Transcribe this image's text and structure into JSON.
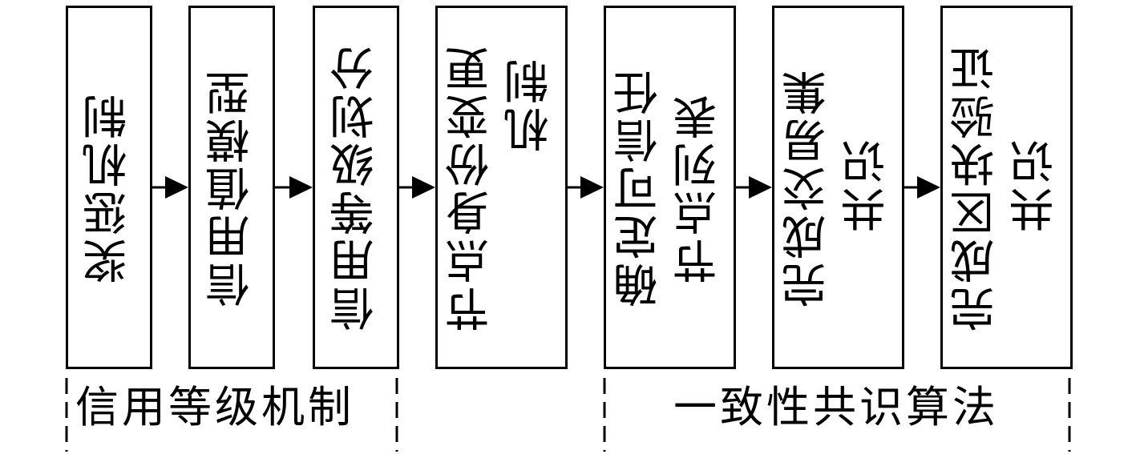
{
  "steps": [
    {
      "id": "reward",
      "lines": [
        "奖惩机制"
      ]
    },
    {
      "id": "credit-model",
      "lines": [
        "信用值模型"
      ]
    },
    {
      "id": "credit-level",
      "lines": [
        "信用等级划分"
      ]
    },
    {
      "id": "identity-change",
      "lines": [
        "节点身份变更",
        "机制"
      ]
    },
    {
      "id": "trusted-list",
      "lines": [
        "确定可信任",
        "节点列表"
      ]
    },
    {
      "id": "tx-consensus",
      "lines": [
        "完成交易集",
        "共识"
      ]
    },
    {
      "id": "block-consensus",
      "lines": [
        "完成区块验证",
        "共识"
      ]
    }
  ],
  "groups": {
    "credit": "信用等级机制",
    "consensus": "一致性共识算法"
  }
}
